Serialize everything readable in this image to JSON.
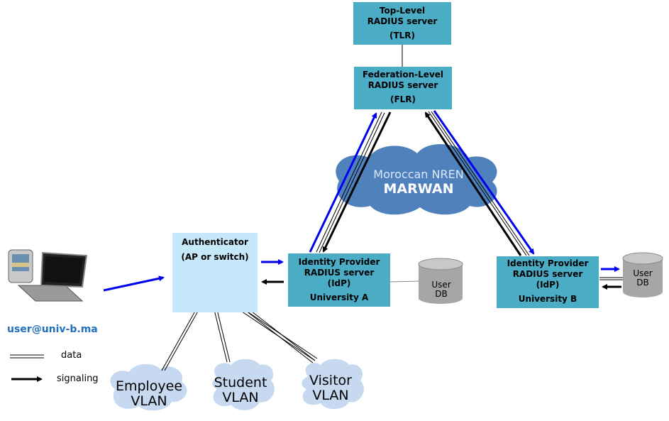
{
  "tlr": {
    "line1": "Top-Level",
    "line2": "RADIUS server",
    "line3": "(TLR)"
  },
  "flr": {
    "line1": "Federation-Level",
    "line2": "RADIUS server",
    "line3": "(FLR)"
  },
  "nren": {
    "line1": "Moroccan NREN",
    "line2": "MARWAN"
  },
  "authenticator": {
    "line1": "Authenticator",
    "line2": "(AP or switch)"
  },
  "idp_a": {
    "line1": "Identity Provider",
    "line2": "RADIUS server",
    "line3": "(IdP)",
    "line4": "University A"
  },
  "idp_b": {
    "line1": "Identity Provider",
    "line2": "RADIUS server",
    "line3": "(IdP)",
    "line4": "University B"
  },
  "userdb_a": {
    "line1": "User",
    "line2": "DB"
  },
  "userdb_b": {
    "line1": "User",
    "line2": "DB"
  },
  "user": {
    "label": "user@univ-b.ma"
  },
  "legend": {
    "data": "data",
    "signaling": "signaling"
  },
  "vlans": {
    "employee": {
      "line1": "Employee",
      "line2": "VLAN"
    },
    "student": {
      "line1": "Student",
      "line2": "VLAN"
    },
    "visitor": {
      "line1": "Visitor",
      "line2": "VLAN"
    }
  },
  "colors": {
    "server": "#4bacc6",
    "authenticator": "#c6e8fb",
    "cloud_nren": "#4f81bd",
    "cloud_vlan": "#c6d9f1",
    "auth_flow": "#0000ee",
    "signal": "#000000",
    "db": "#a6a6a6"
  }
}
